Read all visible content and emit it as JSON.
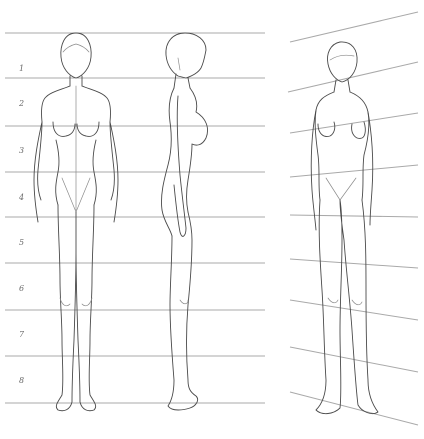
{
  "measure_labels": [
    "1",
    "2",
    "3",
    "4",
    "5",
    "6",
    "7",
    "8"
  ],
  "figures": [
    {
      "view": "front"
    },
    {
      "view": "side"
    },
    {
      "view": "three-quarter"
    }
  ],
  "colors": {
    "background": "#ffffff",
    "guide_line": "#a9a9a9",
    "figure_line": "#4a4a4a"
  }
}
